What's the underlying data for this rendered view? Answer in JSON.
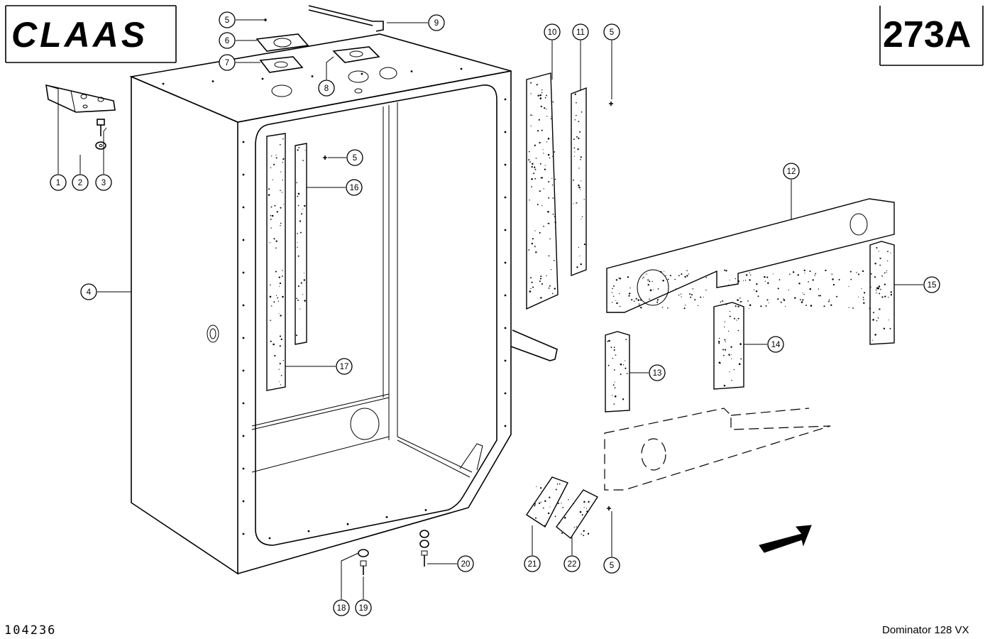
{
  "header": {
    "brand_logo": "CLAAS",
    "page_number": "273A"
  },
  "footer": {
    "drawing_number": "104236",
    "model": "Dominator 128 VX"
  },
  "callouts": [
    {
      "label": "1"
    },
    {
      "label": "2"
    },
    {
      "label": "3"
    },
    {
      "label": "4"
    },
    {
      "label": "5"
    },
    {
      "label": "6"
    },
    {
      "label": "7"
    },
    {
      "label": "8"
    },
    {
      "label": "9"
    },
    {
      "label": "10"
    },
    {
      "label": "11"
    },
    {
      "label": "5"
    },
    {
      "label": "5"
    },
    {
      "label": "16"
    },
    {
      "label": "17"
    },
    {
      "label": "12"
    },
    {
      "label": "15"
    },
    {
      "label": "14"
    },
    {
      "label": "13"
    },
    {
      "label": "18"
    },
    {
      "label": "19"
    },
    {
      "label": "20"
    },
    {
      "label": "21"
    },
    {
      "label": "22"
    },
    {
      "label": "5"
    }
  ],
  "colors": {
    "ink": "#000000",
    "paper": "#ffffff"
  }
}
